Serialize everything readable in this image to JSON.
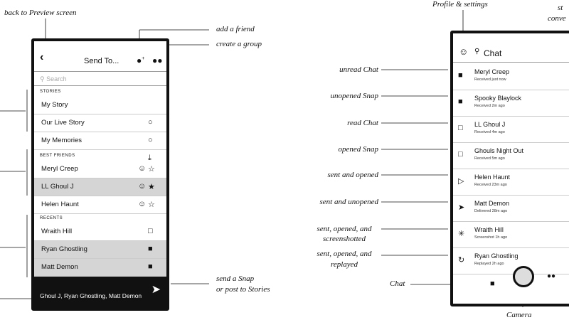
{
  "annotations": {
    "back": "back to Preview screen",
    "add_friend": "add a friend",
    "create_group": "create a group",
    "send_snap_1": "send a Snap",
    "send_snap_2": "or post to Stories",
    "profile": "Profile & settings",
    "start_conv_1": "st",
    "start_conv_2": "conve",
    "unread_chat": "unread Chat",
    "unopened_snap": "unopened Snap",
    "read_chat": "read Chat",
    "opened_snap": "opened Snap",
    "sent_opened": "sent and opened",
    "sent_unopened": "sent and unopened",
    "sent_opened_ss_1": "sent, opened, and",
    "sent_opened_ss_2": "screenshotted",
    "sent_opened_rp_1": "sent, opened, and",
    "sent_opened_rp_2": "replayed",
    "chat": "Chat",
    "camera": "Camera"
  },
  "send_to": {
    "title": "Send To...",
    "search_placeholder": "Search",
    "stories_header": "STORIES",
    "best_friends_header": "BEST FRIENDS",
    "recents_header": "RECENTS",
    "stories": [
      "My Story",
      "Our Live Story",
      "My Memories"
    ],
    "best_friends": [
      "Meryl Creep",
      "LL Ghoul J",
      "Helen Haunt"
    ],
    "recents": [
      "Wraith Hill",
      "Ryan Ghostling",
      "Matt Demon"
    ],
    "selected_text": "Ghoul J, Ryan Ghostling, Matt Demon"
  },
  "chat_screen": {
    "title": "Chat",
    "rows": [
      {
        "name": "Meryl Creep",
        "status": "Received just now"
      },
      {
        "name": "Spooky Blaylock",
        "status": "Received 2m ago"
      },
      {
        "name": "LL Ghoul J",
        "status": "Received 4m ago"
      },
      {
        "name": "Ghouls Night Out",
        "status": "Received 5m ago"
      },
      {
        "name": "Helen Haunt",
        "status": "Received 23m ago"
      },
      {
        "name": "Matt Demon",
        "status": "Delivered 28m ago"
      },
      {
        "name": "Wraith Hill",
        "status": "Screenshot 1h ago"
      },
      {
        "name": "Ryan Ghostling",
        "status": "Replayed 2h ago"
      }
    ]
  }
}
